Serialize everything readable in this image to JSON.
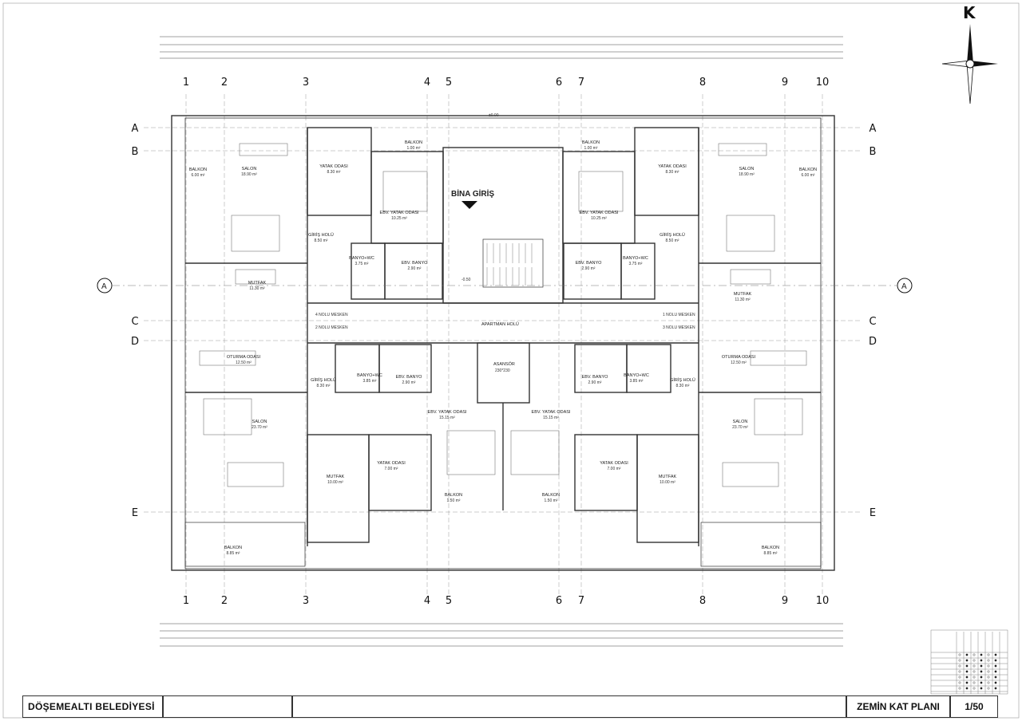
{
  "titleblock": {
    "municipality": "DÖŞEMEALTI BELEDİYESİ",
    "plan_title": "ZEMİN KAT PLANI",
    "scale": "1/50"
  },
  "north_letter": "K",
  "entrance_label": "BİNA GİRİŞ",
  "grid_numbers": [
    "1",
    "2",
    "3",
    "4",
    "5",
    "6",
    "7",
    "8",
    "9",
    "10"
  ],
  "grid_letters": [
    "A",
    "B",
    "C",
    "D",
    "E"
  ],
  "section_marker": "A",
  "common": {
    "apartment_hall": "APARTMAN HOLÜ",
    "elevator": "ASANSÖR",
    "elevator_size": "230*230",
    "level_0": "±0.00",
    "level_minus": "-0.50",
    "flat_1": "1 NOLU MESKEN",
    "flat_2": "2 NOLU MESKEN",
    "flat_3": "3 NOLU MESKEN",
    "flat_4": "4 NOLU MESKEN"
  },
  "rooms": [
    {
      "name": "SALON",
      "area": "18.90 m²"
    },
    {
      "name": "BALKON",
      "area": "6.00 m²"
    },
    {
      "name": "YATAK ODASI",
      "area": "8.30 m²"
    },
    {
      "name": "BALKON",
      "area": "1.00 m²"
    },
    {
      "name": "EBV. YATAK ODASI",
      "area": "10.25 m²"
    },
    {
      "name": "GİRİŞ HOLÜ",
      "area": "8.50 m²"
    },
    {
      "name": "BANYO+WC",
      "area": "3.75 m²"
    },
    {
      "name": "EBV. BANYO",
      "area": "2.90 m²"
    },
    {
      "name": "MUTFAK",
      "area": "11.30 m²"
    },
    {
      "name": "OTURMA ODASI",
      "area": "12.50 m²"
    },
    {
      "name": "GİRİŞ HOLÜ",
      "area": "8.30 m²"
    },
    {
      "name": "BANYO+WC",
      "area": "3.85 m²"
    },
    {
      "name": "EBV. BANYO",
      "area": "2.90 m²"
    },
    {
      "name": "SALON",
      "area": "23.70 m²"
    },
    {
      "name": "EBV. YATAK ODASI",
      "area": "15.15 m²"
    },
    {
      "name": "MUTFAK",
      "area": "10.00 m²"
    },
    {
      "name": "YATAK ODASI",
      "area": "7.00 m²"
    },
    {
      "name": "BALKON",
      "area": "1.50 m²"
    },
    {
      "name": "BALKON",
      "area": "8.85 m²"
    }
  ],
  "colors": {
    "line": "#333333",
    "grid": "#9a9a9a",
    "wall": "#555555"
  }
}
